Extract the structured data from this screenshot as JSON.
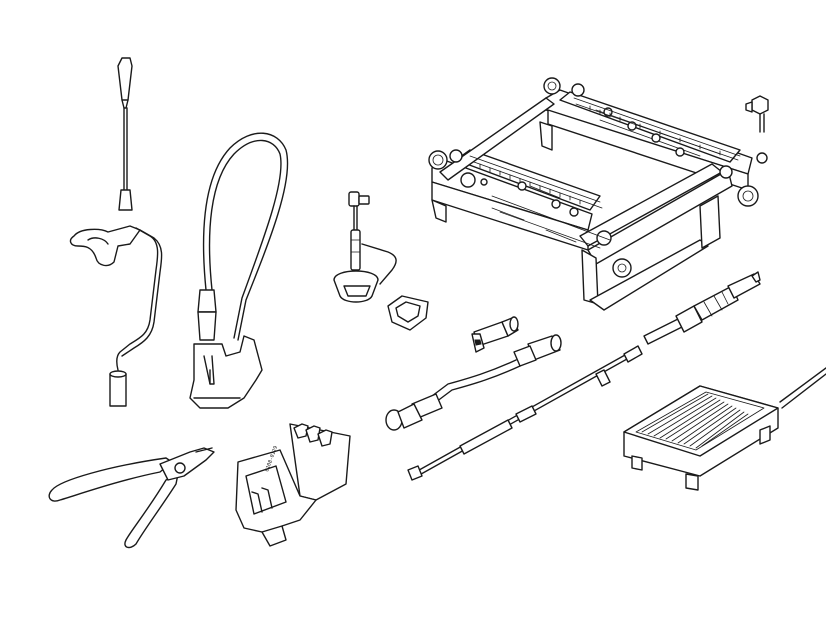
{
  "figure": {
    "background": "#ffffff",
    "line_color": "#1a1a1a",
    "items": [
      {
        "id": "probe-holder",
        "kind": "illustration"
      },
      {
        "id": "flex-arm-stand",
        "kind": "illustration"
      },
      {
        "id": "nozzle-stand",
        "kind": "illustration"
      },
      {
        "id": "small-cup",
        "kind": "illustration"
      },
      {
        "id": "pcb-holder-frame",
        "kind": "illustration"
      },
      {
        "id": "thumb-screw",
        "kind": "illustration"
      },
      {
        "id": "adapter-plug",
        "kind": "illustration"
      },
      {
        "id": "connection-cable",
        "kind": "illustration"
      },
      {
        "id": "tool-rod",
        "kind": "illustration"
      },
      {
        "id": "tip-pen",
        "kind": "illustration"
      },
      {
        "id": "foot-switch",
        "kind": "illustration"
      },
      {
        "id": "side-cutter",
        "kind": "illustration"
      },
      {
        "id": "tip-holder",
        "kind": "illustration"
      }
    ],
    "holder_marking": "0108-0129"
  }
}
